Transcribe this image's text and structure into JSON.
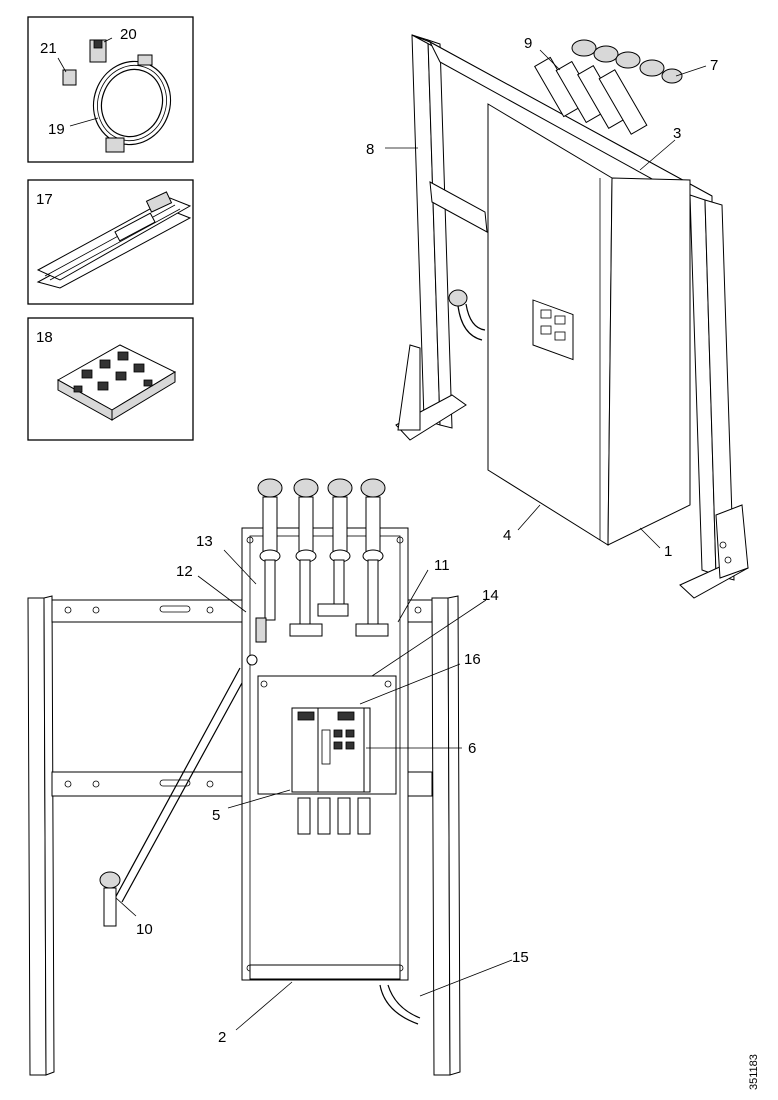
{
  "callouts": {
    "c1": "1",
    "c2": "2",
    "c3": "3",
    "c4": "4",
    "c5": "5",
    "c6": "6",
    "c7": "7",
    "c8": "8",
    "c9": "9",
    "c10": "10",
    "c11": "11",
    "c12": "12",
    "c13": "13",
    "c14": "14",
    "c15": "15",
    "c16": "16",
    "c17": "17",
    "c18": "18",
    "c19": "19",
    "c20": "20",
    "c21": "21"
  },
  "document_id": "351183",
  "colors": {
    "line": "#000000",
    "background": "#ffffff",
    "shade": "#d8d8d8"
  }
}
